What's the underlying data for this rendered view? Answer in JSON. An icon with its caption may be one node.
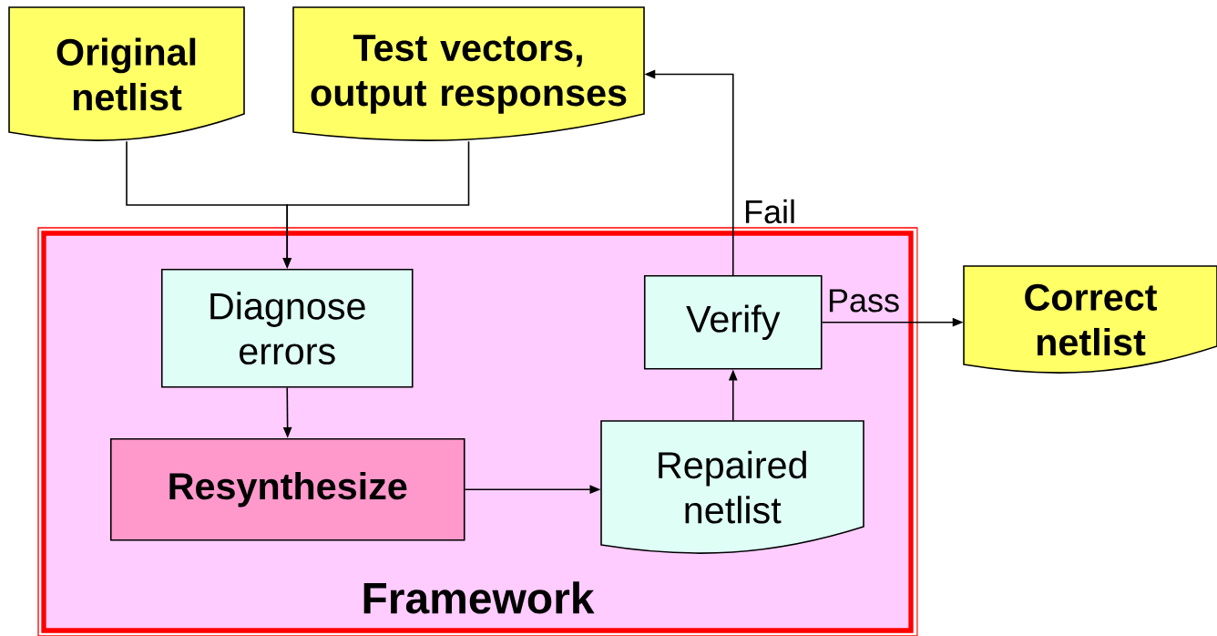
{
  "diagram": {
    "nodes": [
      {
        "text": [
          "Original netlist"
        ]
      },
      {
        "text": [
          "Test vectors, output responses"
        ]
      },
      {
        "text": [
          "Framework"
        ]
      },
      {
        "text": [
          "Diagnose errors"
        ],
        "in": 2
      },
      {
        "text": [
          "Resynthesize"
        ],
        "in": 2
      },
      {
        "text": [
          "Repaired netlist"
        ],
        "in": 2
      },
      {
        "text": [
          "Verify"
        ],
        "in": 2
      },
      {
        "text": [
          "Correct netlist"
        ]
      }
    ],
    "edges": [
      {
        "from": 0,
        "to": 3,
        "arrow": "to"
      },
      {
        "from": 1,
        "to": 3,
        "arrow": "to"
      },
      {
        "from": 3,
        "to": 4,
        "arrow": "to"
      },
      {
        "from": 4,
        "to": 5,
        "arrow": "to"
      },
      {
        "from": 5,
        "to": 6,
        "arrow": "to"
      },
      {
        "from": 6,
        "to": 1,
        "arrow": "to",
        "label": "Fail"
      },
      {
        "from": 6,
        "to": 7,
        "arrow": "to",
        "label": "Pass"
      }
    ]
  }
}
